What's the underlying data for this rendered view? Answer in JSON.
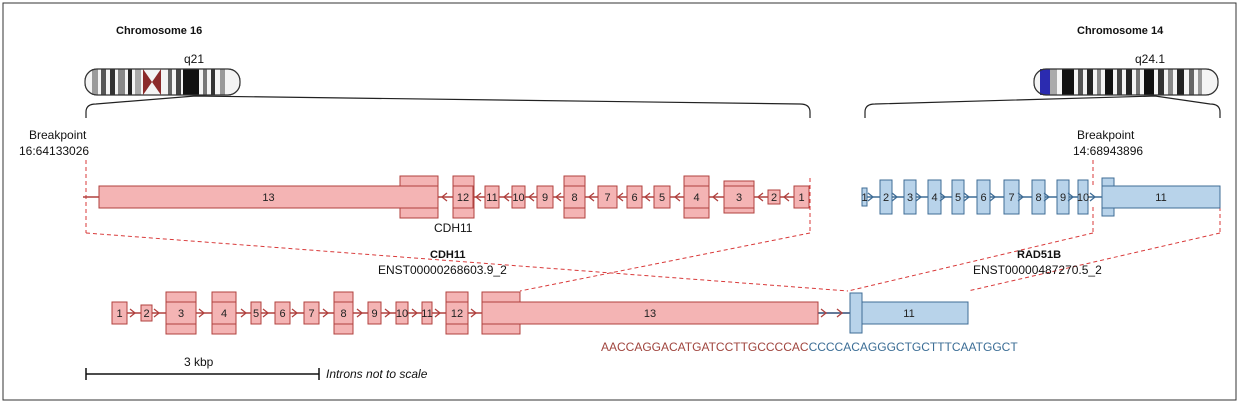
{
  "left": {
    "chromosome": "Chromosome 16",
    "band": "q21",
    "breakpoint_label": "Breakpoint",
    "breakpoint_pos": "16:64133026",
    "gene": "CDH11",
    "exons": [
      "13",
      "12",
      "11",
      "10",
      "9",
      "8",
      "7",
      "6",
      "5",
      "4",
      "3",
      "2",
      "1"
    ]
  },
  "right": {
    "chromosome": "Chromosome 14",
    "band": "q24.1",
    "breakpoint_label": "Breakpoint",
    "breakpoint_pos": "14:68943896",
    "exons": [
      "1",
      "2",
      "3",
      "4",
      "5",
      "6",
      "7",
      "8",
      "9",
      "10",
      "11"
    ]
  },
  "fusion": {
    "gene1": "CDH11",
    "transcript1": "ENST00000268603.9_2",
    "gene2": "RAD51B",
    "transcript2": "ENST00000487270.5_2",
    "exons1": [
      "1",
      "2",
      "3",
      "4",
      "5",
      "6",
      "7",
      "8",
      "9",
      "10",
      "11",
      "12",
      "13"
    ],
    "exons2": [
      "11"
    ],
    "seq_left": "AACCAGGACATGATCCTTGCCCCAC",
    "seq_right": "CCCCACAGGGCTGCTTTCAATGGCT"
  },
  "scale": {
    "label": "3 kbp",
    "note": "Introns not to scale"
  },
  "colors": {
    "cdh11_fill": "#f4b4b4",
    "cdh11_stroke": "#b0413e",
    "rad51b_fill": "#b8d3ea",
    "rad51b_stroke": "#3f6d96",
    "seq_left": "#a0453e",
    "seq_right": "#3c6e96"
  }
}
